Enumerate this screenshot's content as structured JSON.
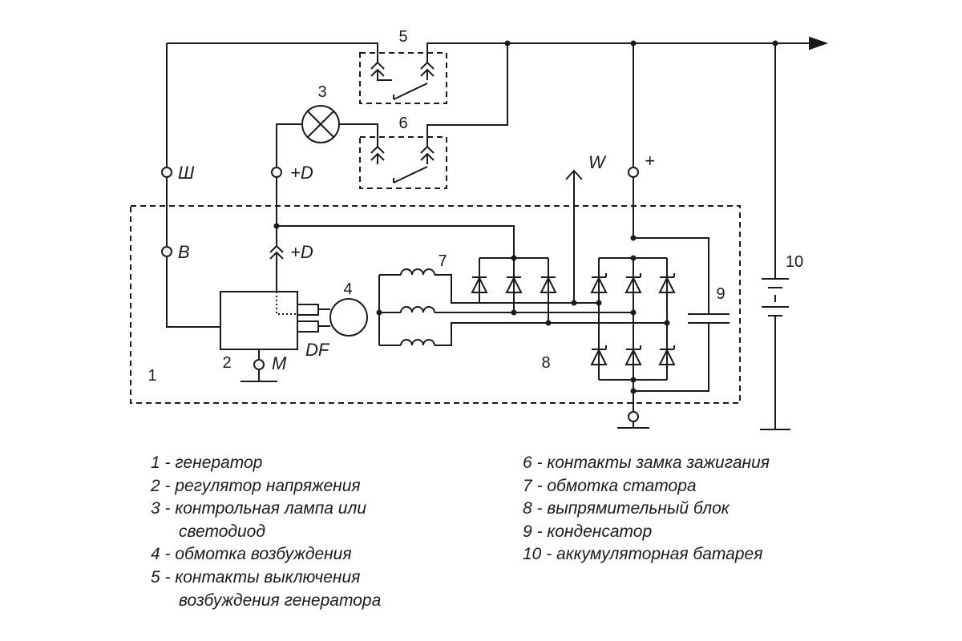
{
  "diagram": {
    "labels": {
      "n1": "1",
      "n2": "2",
      "n3": "3",
      "n4": "4",
      "n5": "5",
      "n6": "6",
      "n7": "7",
      "n8": "8",
      "n9": "9",
      "n10": "10",
      "sh": "Ш",
      "d_top": "+D",
      "d_gen": "+D",
      "b": "B",
      "m": "M",
      "df": "DF",
      "w": "W",
      "plus": "+"
    }
  },
  "legend": {
    "left": [
      "1 - генератор",
      "2 - регулятор напряжения",
      "3 - контрольная лампа или",
      "светодиод",
      "4 - обмотка возбуждения",
      "5 - контакты выключения",
      "возбуждения генератора"
    ],
    "right": [
      "6 - контакты замка  зажигания",
      "7 - обмотка статора",
      "8 - выпрямительный блок",
      "9 - конденсатор",
      "10 - аккумуляторная батарея"
    ]
  }
}
